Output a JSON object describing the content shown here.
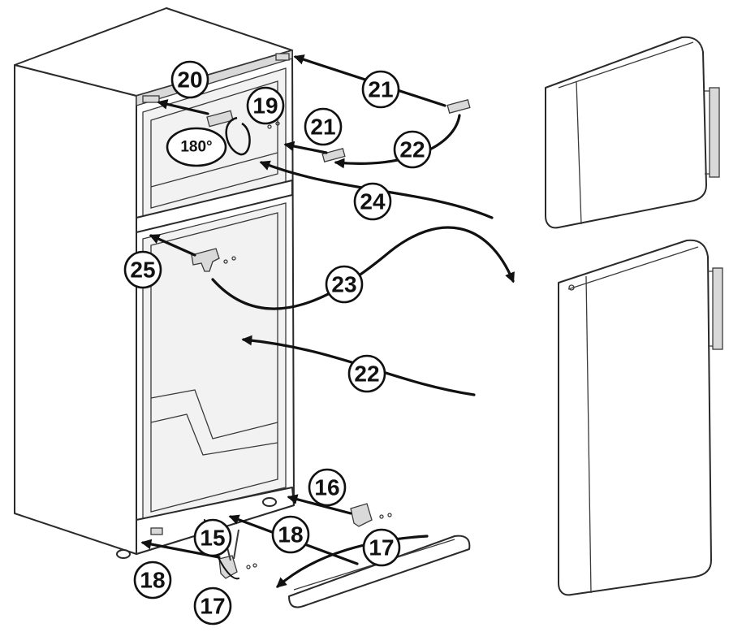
{
  "diagram": {
    "callouts": [
      {
        "id": "c20",
        "label": "20"
      },
      {
        "id": "c21a",
        "label": "21"
      },
      {
        "id": "c19",
        "label": "19"
      },
      {
        "id": "c21b",
        "label": "21"
      },
      {
        "id": "c22a",
        "label": "22"
      },
      {
        "id": "c24",
        "label": "24"
      },
      {
        "id": "c25",
        "label": "25"
      },
      {
        "id": "c23",
        "label": "23"
      },
      {
        "id": "c22b",
        "label": "22"
      },
      {
        "id": "c16",
        "label": "16"
      },
      {
        "id": "c15",
        "label": "15"
      },
      {
        "id": "c18a",
        "label": "18"
      },
      {
        "id": "c17a",
        "label": "17"
      },
      {
        "id": "c18b",
        "label": "18"
      },
      {
        "id": "c17b",
        "label": "17"
      }
    ],
    "rotation_label": "180°"
  }
}
